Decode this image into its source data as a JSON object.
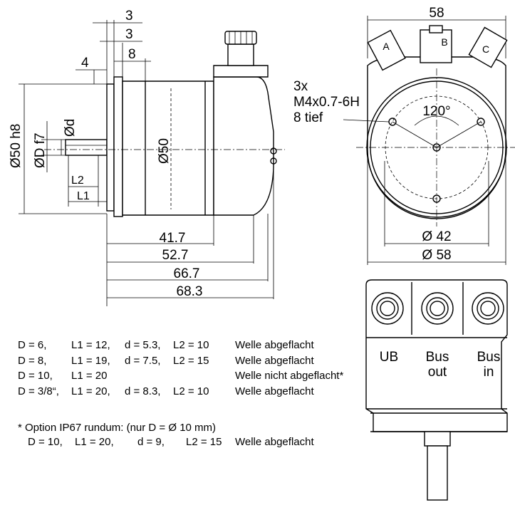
{
  "side_view": {
    "dim_top_3a": "3",
    "dim_top_3b": "3",
    "dim_top_8": "8",
    "dim_left_4": "4",
    "dia_50h8": "Ø50 h8",
    "dia_D_f7": "ØD f7",
    "dia_d": "Ød",
    "dia_50": "Ø50",
    "L2": "L2",
    "L1": "L1",
    "len_41_7": "41.7",
    "len_52_7": "52.7",
    "len_66_7": "66.7",
    "len_68_3": "68.3"
  },
  "front_view": {
    "width_58": "58",
    "conn_a": "A",
    "conn_b": "B",
    "conn_c": "C",
    "hole_note": [
      "3x",
      "M4x0.7-6H",
      "8 tief"
    ],
    "angle": "120°",
    "dia_42": "Ø 42",
    "dia_58": "Ø 58"
  },
  "rear_view": {
    "labels": [
      "UB",
      "Bus",
      "out",
      "Bus",
      "in"
    ]
  },
  "shaft_table": [
    [
      "D =   6,",
      "L1 = 12,",
      "d = 5.3,",
      "L2 = 10",
      "Welle abgeflacht"
    ],
    [
      "D =   8,",
      "L1 = 19,",
      "d = 7.5,",
      "L2 = 15",
      "Welle abgeflacht"
    ],
    [
      "D = 10,",
      "L1 = 20",
      "",
      "",
      "Welle nicht abgeflacht*"
    ],
    [
      "D = 3/8“,",
      "L1 = 20,",
      "d = 8.3,",
      "L2 = 10",
      "Welle abgeflacht"
    ]
  ],
  "option_note": "* Option IP67 rundum: (nur D = Ø 10 mm)",
  "option_row": [
    "D = 10,",
    "L1 = 20,",
    "d = 9,",
    "L2 = 15",
    "Welle abgeflacht"
  ]
}
